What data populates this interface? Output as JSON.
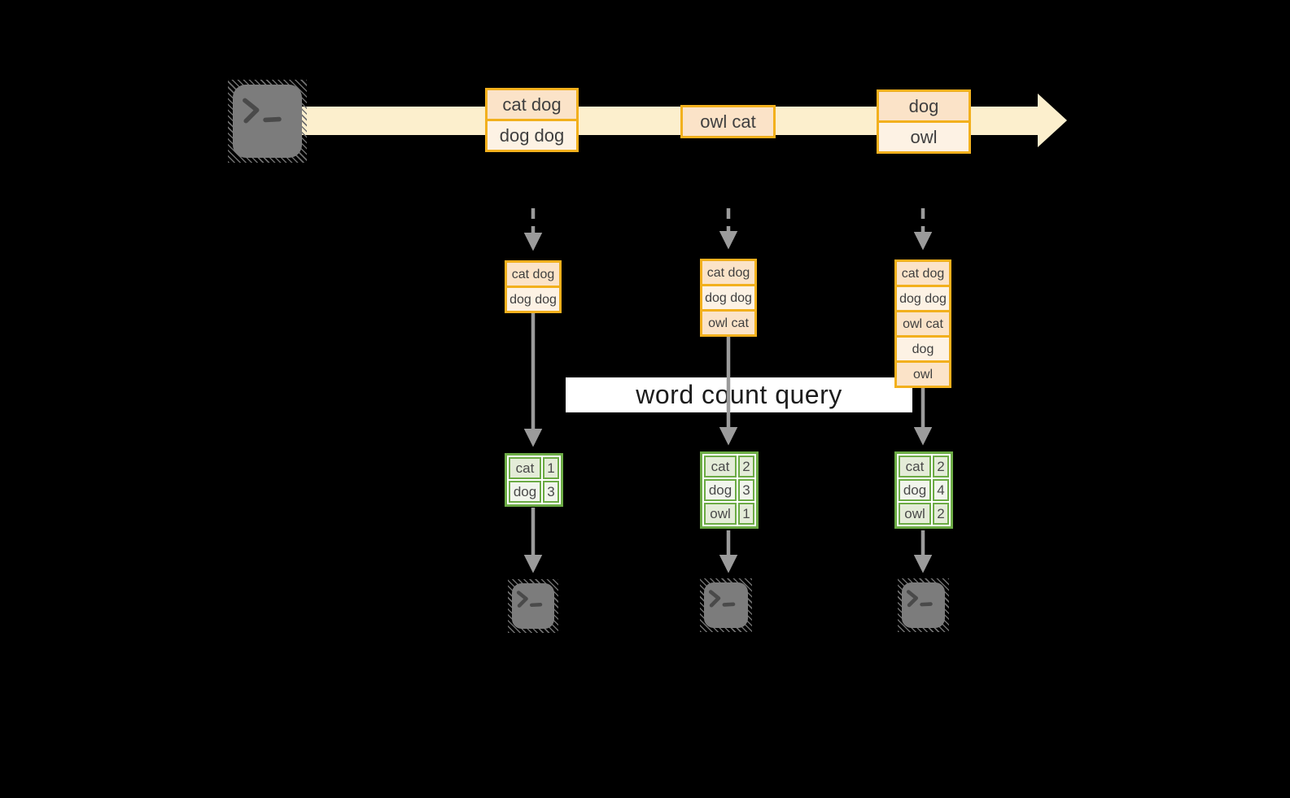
{
  "banner": {
    "label": "word count query"
  },
  "stream": {
    "records": [
      {
        "lines": [
          "cat dog",
          "dog dog"
        ]
      },
      {
        "lines": [
          "owl cat"
        ]
      },
      {
        "lines": [
          "dog",
          "owl"
        ]
      }
    ]
  },
  "tasks": [
    {
      "buffer": [
        "cat dog",
        "dog dog"
      ],
      "counts": [
        {
          "word": "cat",
          "count": "1"
        },
        {
          "word": "dog",
          "count": "3"
        }
      ]
    },
    {
      "buffer": [
        "cat dog",
        "dog dog",
        "owl cat"
      ],
      "counts": [
        {
          "word": "cat",
          "count": "2"
        },
        {
          "word": "dog",
          "count": "3"
        },
        {
          "word": "owl",
          "count": "1"
        }
      ]
    },
    {
      "buffer": [
        "cat dog",
        "dog dog",
        "owl cat",
        "dog",
        "owl"
      ],
      "counts": [
        {
          "word": "cat",
          "count": "2"
        },
        {
          "word": "dog",
          "count": "4"
        },
        {
          "word": "owl",
          "count": "2"
        }
      ]
    }
  ],
  "icons": {
    "source": "terminal-icon",
    "sinks": [
      "terminal-icon",
      "terminal-icon",
      "terminal-icon"
    ]
  },
  "colors": {
    "background": "#000000",
    "stream_band": "#fcefcd",
    "record_border": "#f2b01d",
    "record_fill_peach": "#fbe3c8",
    "record_fill_cream": "#fdf2e4",
    "table_border": "#6cab45",
    "table_cell_dark": "#e4ecd8",
    "table_cell_light": "#f1f5ec",
    "arrow_gray": "#9b9b9b",
    "terminal_gray": "#7c7c7c",
    "banner_background": "#ffffff",
    "text_dark": "#3f3f3f"
  }
}
